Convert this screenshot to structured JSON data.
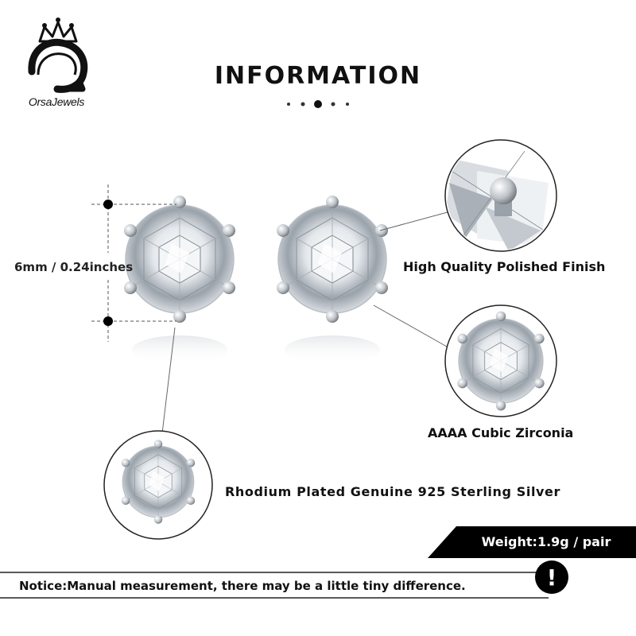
{
  "brand": {
    "logo_letter": "O",
    "name": "OrsaJewels"
  },
  "page": {
    "title": "INFORMATION"
  },
  "product": {
    "size_label": "6mm / 0.24inches",
    "features": {
      "polished": "High Quality Polished Finish",
      "zirconia": "AAAA Cubic Zirconia",
      "silver": "Rhodium Plated Genuine 925 Sterling Silver"
    },
    "weight": "Weight:1.9g / pair"
  },
  "notice": {
    "text": "Notice:Manual measurement, there may be a little tiny difference.",
    "icon_symbol": "!"
  },
  "icons": [
    "crown-logo-icon",
    "warning-icon"
  ],
  "colors": {
    "ink": "#111111",
    "banner": "#000000",
    "metal": "#c9ccd0",
    "stone": "#e9ecef"
  }
}
